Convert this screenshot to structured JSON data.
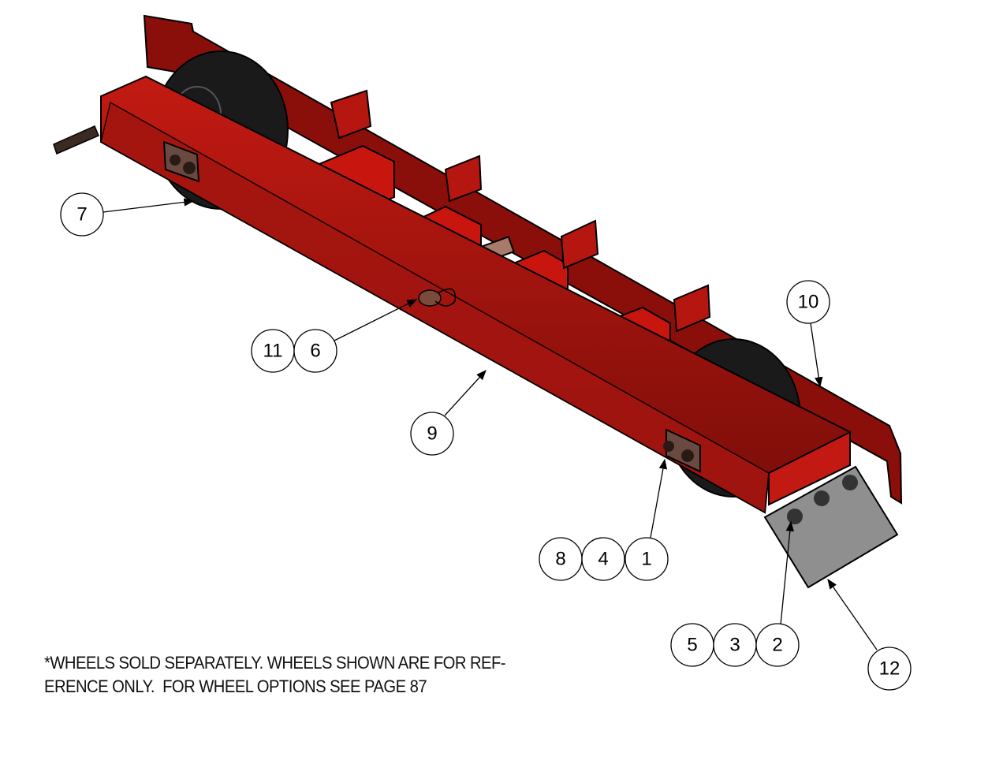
{
  "colors": {
    "frame": "#b5160f",
    "frame_dark": "#6e0c08",
    "plate": "#8f8f8f",
    "wheel": "#1a1a1a"
  },
  "callouts": [
    "7",
    "11",
    "6",
    "9",
    "10",
    "8",
    "4",
    "1",
    "5",
    "3",
    "2",
    "12"
  ],
  "note": {
    "line1": "*WHEELS SOLD SEPARATELY. WHEELS SHOWN ARE FOR REF-",
    "line2": "ERENCE ONLY.  FOR WHEEL OPTIONS SEE PAGE 87"
  }
}
